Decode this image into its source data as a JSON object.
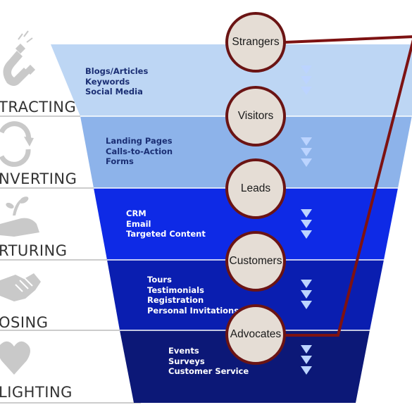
{
  "stages": [
    {
      "label": "TRACTING",
      "icon": "magnet-icon",
      "color": "#bdd6f4",
      "tactics": [
        "Blogs/Articles",
        "Keywords",
        "Social Media"
      ],
      "text_tone": "dark"
    },
    {
      "label": "NVERTING",
      "icon": "refresh-arrows-icon",
      "color": "#8db3ea",
      "tactics": [
        "Landing Pages",
        "Calls-to-Action",
        "Forms"
      ],
      "text_tone": "dark"
    },
    {
      "label": "RTURING",
      "icon": "hand-with-plant-icon",
      "color": "#0e2ae6",
      "tactics": [
        "CRM",
        "Email",
        "Targeted Content"
      ],
      "text_tone": "light"
    },
    {
      "label": "OSING",
      "icon": "handshake-icon",
      "color": "#0a1eb0",
      "tactics": [
        "Tours",
        "Testimonials",
        "Registration",
        "Personal Invitations"
      ],
      "text_tone": "light"
    },
    {
      "label": "LIGHTING",
      "icon": "heart-icon",
      "color": "#0c1877",
      "tactics": [
        "Events",
        "Surveys",
        "Customer Service"
      ],
      "text_tone": "light"
    }
  ],
  "nodes": [
    "Strangers",
    "Visitors",
    "Leads",
    "Customers",
    "Advocates"
  ],
  "colors": {
    "node_fill": "#e5ddd5",
    "node_border": "#6b1414",
    "loop_line": "#7d1212",
    "icon_gray": "#c9c9c9",
    "label_text": "#333333",
    "divider": "#9a9a9a"
  }
}
